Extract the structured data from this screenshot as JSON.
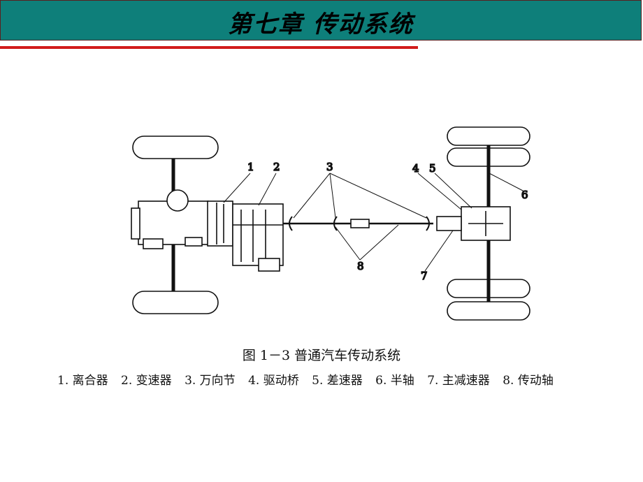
{
  "header": {
    "title": "第七章  传动系统"
  },
  "figure": {
    "caption": "图 1－3    普通汽车传动系统",
    "callouts": [
      "1",
      "2",
      "3",
      "4",
      "5",
      "6",
      "7",
      "8"
    ],
    "legend": [
      "1. 离合器",
      "2. 变速器",
      "3. 万向节",
      "4. 驱动桥",
      "5. 差速器",
      "6. 半轴",
      "7. 主减速器",
      "8. 传动轴"
    ]
  },
  "colors": {
    "title_bar": "#0e7f7a",
    "rule": "#d21b1b"
  }
}
